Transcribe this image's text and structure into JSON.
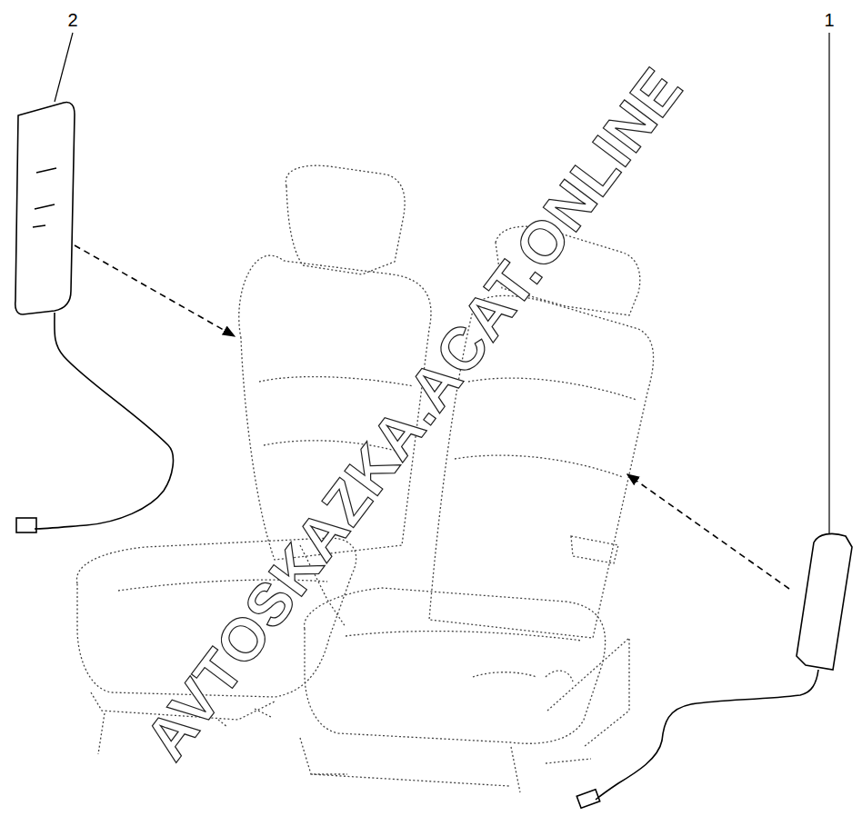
{
  "diagram": {
    "labels": [
      "2",
      "1",
      "AVTOSKAZKA.ACAT.ONLINE"
    ]
  }
}
